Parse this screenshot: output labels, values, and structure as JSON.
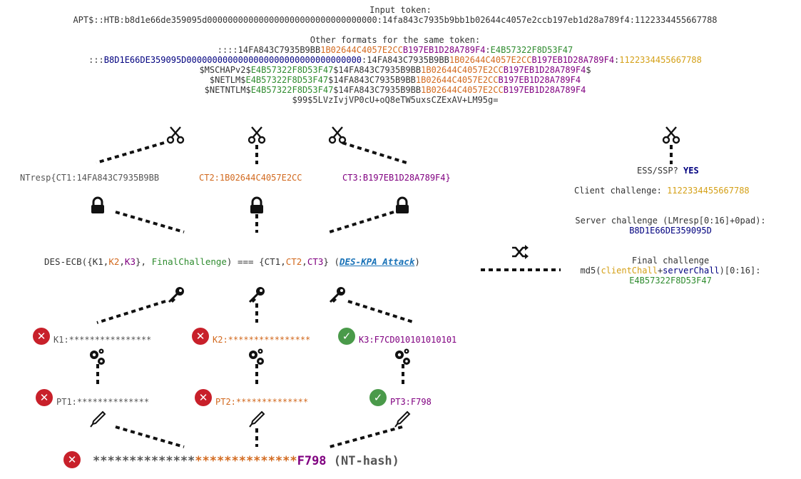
{
  "input": {
    "heading": "Input token:",
    "value": "APT$::HTB:b8d1e66de359095d000000000000000000000000000000000:14fa843c7935b9bb1b02644c4057e2ccb197eb1d28a789f4:1122334455667788"
  },
  "formats": {
    "heading": "Other formats for the same token:",
    "line1": {
      "prefix": "::::",
      "ct1": "14FA843C7935B9BB",
      "ct2": "1B02644C4057E2CC",
      "ct3": "B197EB1D28A789F4",
      "sep": ":",
      "final": "E4B57322F8D53F47"
    },
    "line2": {
      "prefix": ":::",
      "server": "B8D1E66DE359095D0000000000000000000000000000000000",
      "sep1": ":",
      "ct1": "14FA843C7935B9BB",
      "ct2": "1B02644C4057E2CC",
      "ct3": "B197EB1D28A789F4",
      "sep2": ":",
      "client": "1122334455667788"
    },
    "line3": {
      "prefix": "$MSCHAPv2$",
      "final": "E4B57322F8D53F47",
      "sep": "$",
      "ct1": "14FA843C7935B9BB",
      "ct2": "1B02644C4057E2CC",
      "ct3": "B197EB1D28A789F4",
      "end": "$"
    },
    "line4": {
      "prefix": "$NETLM$",
      "final": "E4B57322F8D53F47",
      "sep": "$",
      "ct1": "14FA843C7935B9BB",
      "ct2": "1B02644C4057E2CC",
      "ct3": "B197EB1D28A789F4"
    },
    "line5": {
      "prefix": "$NETNTLM$",
      "final": "E4B57322F8D53F47",
      "sep": "$",
      "ct1": "14FA843C7935B9BB",
      "ct2": "1B02644C4057E2CC",
      "ct3": "B197EB1D28A789F4"
    },
    "line6": "$99$5LVzIvjVP0cU+oQ8eTW5uxsCZExAV+LM95g="
  },
  "ntresp": {
    "ct1": "NTresp{CT1:14FA843C7935B9BB",
    "ct2": "CT2:1B02644C4057E2CC",
    "ct3": "CT3:B197EB1D28A789F4}"
  },
  "ess": {
    "label": "ESS/SSP?",
    "value": "YES"
  },
  "client_challenge": {
    "label": "Client challenge:",
    "value": "1122334455667788"
  },
  "server_challenge": {
    "label": "Server challenge (LMresp[0:16]+0pad):",
    "value": "B8D1E66DE359095D"
  },
  "final_challenge": {
    "label": "Final challenge",
    "md5_open": "md5(",
    "client": "clientChall",
    "plus": "+",
    "server": "serverChall",
    "md5_close": ")[0:16]:",
    "value": "E4B57322F8D53F47"
  },
  "des": {
    "prefix": "DES-ECB({",
    "k1": "K1",
    "c1": ",",
    "k2": "K2",
    "c2": ",",
    "k3": "K3",
    "mid": "}, ",
    "final": "FinalChallenge",
    "eq": ") === {",
    "ct1": "CT1",
    "c3": ",",
    "ct2": "CT2",
    "c4": ",",
    "ct3": "CT3",
    "close": "} (",
    "attack": "DES-KPA Attack",
    "end": ")"
  },
  "keys": {
    "k1": "K1:****************",
    "k2": "K2:****************",
    "k3": "K3:F7CD010101010101"
  },
  "plaintexts": {
    "pt1": "PT1:**************",
    "pt2": "PT2:**************",
    "pt3": "PT3:F798"
  },
  "result": {
    "part1": "**************",
    "part2": "**************",
    "part3": "F798",
    "suffix": " (NT-hash)"
  },
  "colors": {
    "orange": "#d2691e",
    "purple": "#800080",
    "green": "#2e8b2e",
    "navy": "#00007f",
    "gold": "#d4a017",
    "fail": "#c8202a",
    "ok": "#4a9a4a"
  },
  "icons": [
    "scissors-icon",
    "lock-icon",
    "key-icon",
    "gears-icon",
    "pen-icon",
    "shuffle-icon",
    "x-circle-icon",
    "check-circle-icon"
  ]
}
